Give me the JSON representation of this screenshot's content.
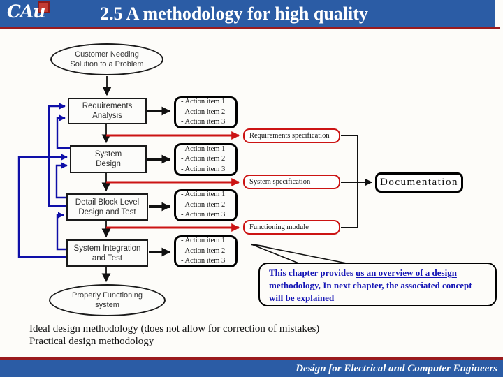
{
  "header": {
    "logo_text": "CAu",
    "title": "2.5 A methodology for high quality"
  },
  "flow": {
    "start_ellipse": {
      "line1": "Customer Needing",
      "line2": "Solution to a Problem"
    },
    "end_ellipse": {
      "line1": "Properly Functioning",
      "line2": "system"
    },
    "stages": [
      {
        "line1": "Requirements",
        "line2": "Analysis"
      },
      {
        "line1": "System",
        "line2": "Design"
      },
      {
        "line1": "Detail Block Level",
        "line2": "Design and Test"
      },
      {
        "line1": "System Integration",
        "line2": "and Test"
      }
    ],
    "action_items": [
      "- Action item 1",
      "- Action item 2",
      "- Action item 3"
    ],
    "outputs": [
      "Requirements specification",
      "System specification",
      "Functioning module"
    ],
    "documentation_label": "Documentation"
  },
  "callout": {
    "lines": [
      [
        {
          "t": "This chapter provides ",
          "u": 0
        },
        {
          "t": "us an overview of a design",
          "u": 1
        }
      ],
      [
        {
          "t": "methodology",
          "u": 1
        },
        {
          "t": ", In next chapter, ",
          "u": 0
        },
        {
          "t": "the associated concept",
          "u": 1
        }
      ],
      [
        {
          "t": "will be explained",
          "u": 0
        }
      ]
    ]
  },
  "notes": {
    "line1": "Ideal design methodology (does not allow for correction of mistakes)",
    "line2": "Practical design methodology"
  },
  "footer": {
    "text": "Design for Electrical and Computer Engineers"
  },
  "colors": {
    "header_blue": "#2B5CA5",
    "dark_red": "#9A1B1E",
    "accent_red": "#CC1414",
    "feedback_blue": "#0F0FA8",
    "callout_blue": "#1515B5"
  }
}
